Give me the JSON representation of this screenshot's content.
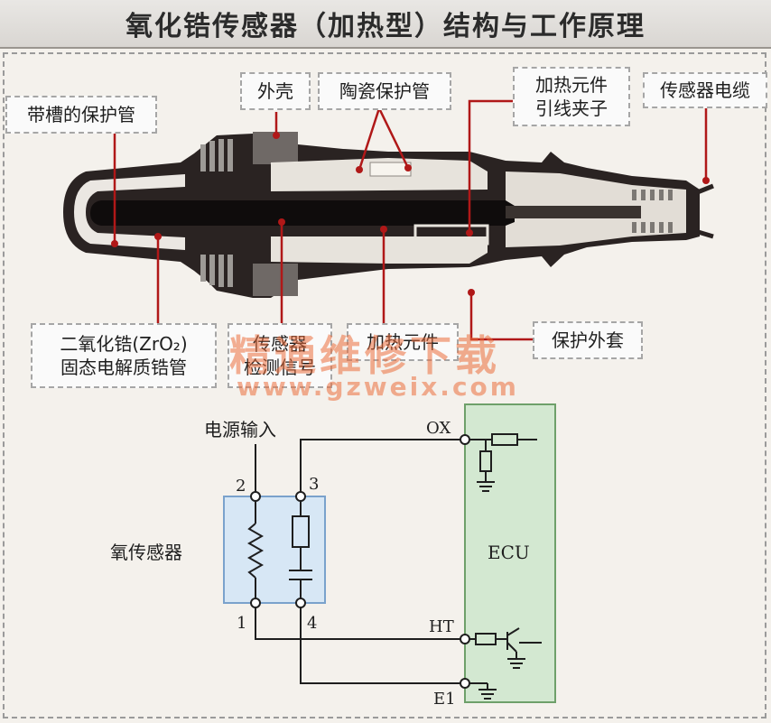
{
  "title": "氧化锆传感器（加热型）结构与工作原理",
  "labels": {
    "shell": "外壳",
    "ceramic_tube": "陶瓷保护管",
    "heater_clip_line1": "加热元件",
    "heater_clip_line2": "引线夹子",
    "cable": "传感器电缆",
    "slotted_tube": "带槽的保护管",
    "zro2_line1": "二氧化锆(ZrO₂)",
    "zro2_line2": "固态电解质锆管",
    "signal_line1": "传感器",
    "signal_line2": "检测信号",
    "heater": "加热元件",
    "outer_sleeve": "保护外套"
  },
  "watermark": {
    "text": "精通维修下载",
    "url": "www.gzweix.com"
  },
  "circuit": {
    "power_input": "电源输入",
    "sensor_label": "氧传感器",
    "ecu": "ECU",
    "pin_2": "2",
    "pin_3": "3",
    "pin_1": "1",
    "pin_4": "4",
    "ox": "OX",
    "ht": "HT",
    "e1": "E1"
  },
  "colors": {
    "leader": "#b01818",
    "sensor_box": "#d7e7f5",
    "ecu_box": "#d3e8d1",
    "watermark": "#eb6e3c"
  }
}
